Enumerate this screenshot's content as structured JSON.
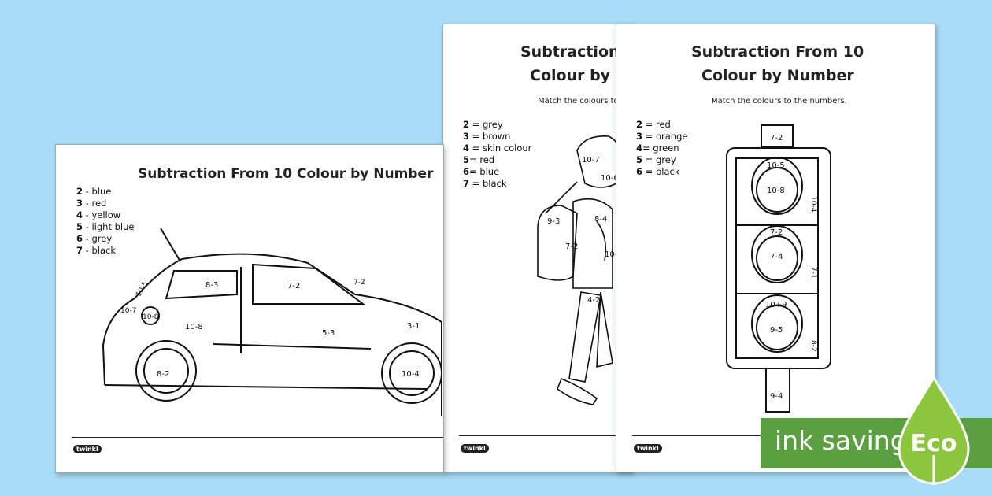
{
  "sheet_car": {
    "title": "Subtraction From 10 Colour by Number",
    "key": [
      {
        "num": "2",
        "sep": " - ",
        "label": "blue"
      },
      {
        "num": "3",
        "sep": " - ",
        "label": "red"
      },
      {
        "num": "4",
        "sep": " - ",
        "label": "yellow"
      },
      {
        "num": "5",
        "sep": " - ",
        "label": "light blue"
      },
      {
        "num": "6",
        "sep": " - ",
        "label": "grey"
      },
      {
        "num": "7",
        "sep": " - ",
        "label": "black"
      }
    ],
    "labels": [
      "10-5",
      "10-7",
      "10-8",
      "10-8",
      "8-3",
      "7-2",
      "7-2",
      "5-3",
      "3-1",
      "8-2",
      "10-4"
    ],
    "logo": "twinkl"
  },
  "sheet_boy": {
    "title_line1": "Subtraction",
    "title_line2": "Colour by N",
    "subtitle": "Match the colours to",
    "key": [
      {
        "num": "2",
        "sep": " = ",
        "label": "grey"
      },
      {
        "num": "3",
        "sep": " = ",
        "label": "brown"
      },
      {
        "num": "4",
        "sep": " = ",
        "label": "skin colour"
      },
      {
        "num": "5",
        "sep": "= ",
        "label": "red"
      },
      {
        "num": "6",
        "sep": "= ",
        "label": "blue"
      },
      {
        "num": "7",
        "sep": " = ",
        "label": "black"
      }
    ],
    "labels": [
      "10-7",
      "10-6",
      "8-4",
      "9-3",
      "7-2",
      "10-",
      "4-2"
    ],
    "logo": "twinkl"
  },
  "sheet_lights": {
    "title_line1": "Subtraction From 10",
    "title_line2": "Colour by Number",
    "subtitle": "Match the colours to the numbers.",
    "key": [
      {
        "num": "2",
        "sep": " = ",
        "label": "red"
      },
      {
        "num": "3",
        "sep": " = ",
        "label": "orange"
      },
      {
        "num": "4",
        "sep": "= ",
        "label": "green"
      },
      {
        "num": "5",
        "sep": " = ",
        "label": "grey"
      },
      {
        "num": "6",
        "sep": " = ",
        "label": "black"
      }
    ],
    "labels": [
      "7-2",
      "10-5",
      "10-8",
      "10-4",
      "7-2",
      "7-4",
      "7-1",
      "10+9",
      "9-5",
      "8-2",
      "9-4"
    ],
    "logo": "twinkl"
  },
  "badge": {
    "left": "ink saving",
    "right": "Eco"
  },
  "colors": {
    "background": "#a8dcf8",
    "eco_green": "#5ba040",
    "drop_green": "#8cc63f"
  }
}
